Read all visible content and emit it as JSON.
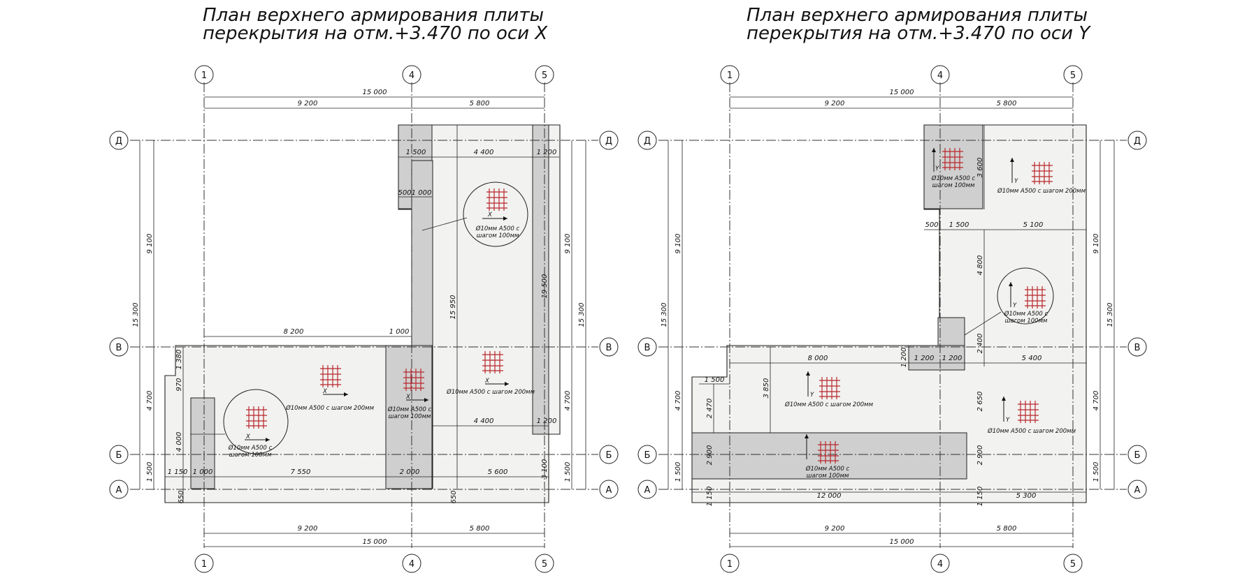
{
  "drawings": [
    {
      "title_line1": "План верхнего армирования плиты",
      "title_line2": "перекрытия на отм.+3.470 по оси X",
      "axes_columns": [
        "1",
        "4",
        "5"
      ],
      "axes_rows": [
        "Д",
        "В",
        "Б",
        "А"
      ],
      "dims_top": {
        "total": "15 000",
        "left": "9 200",
        "right": "5 800"
      },
      "dims_bottom": {
        "left": "9 200",
        "right": "5 800",
        "total": "15 000"
      },
      "dims_left": {
        "upper": "9 100",
        "total": "15 300",
        "middle": "4 700",
        "lower": "1 500"
      },
      "dims_right": {
        "upper": "9 100",
        "total": "15 300",
        "middle": "4 700",
        "lower": "1 500"
      },
      "dims_internal": [
        "1 500",
        "4 400",
        "1 200",
        "500",
        "1 000",
        "8 200",
        "1 000",
        "15 950",
        "19 500",
        "1 380",
        "970",
        "4 000",
        "4 400",
        "1 200",
        "1 150",
        "1 000",
        "7 550",
        "2 000",
        "5 600",
        "650",
        "650",
        "3 100"
      ],
      "notes": [
        {
          "text": "Ø10мм А500 с",
          "text2": "шагом 100мм"
        },
        {
          "text": "Ø10мм А500 с шагом 200мм"
        },
        {
          "text": "Ø10мм А500 с",
          "text2": "шагом 100мм"
        },
        {
          "text": "Ø10мм А500 с шагом 200мм"
        },
        {
          "text": "Ø10мм А500 с",
          "text2": "шагом 100мм"
        }
      ],
      "axis_symbol": "X"
    },
    {
      "title_line1": "План верхнего армирования плиты",
      "title_line2": "перекрытия на отм.+3.470 по оси Y",
      "axes_columns": [
        "1",
        "4",
        "5"
      ],
      "axes_rows": [
        "Д",
        "В",
        "Б",
        "А"
      ],
      "dims_top": {
        "total": "15 000",
        "left": "9 200",
        "right": "5 800"
      },
      "dims_bottom": {
        "left": "9 200",
        "right": "5 800",
        "total": "15 000"
      },
      "dims_left": {
        "upper": "9 100",
        "total": "15 300",
        "middle": "4 700",
        "lower": "1 500"
      },
      "dims_right": {
        "upper": "9 100",
        "total": "15 300",
        "middle": "4 700",
        "lower": "1 500"
      },
      "dims_internal": [
        "3 600",
        "500",
        "1 500",
        "5 100",
        "4 800",
        "2 400",
        "8 000",
        "1 200",
        "1 200",
        "5 400",
        "1 200",
        "1 500",
        "2 470",
        "3 850",
        "2 650",
        "2 900",
        "2 900",
        "1 150",
        "12 000",
        "1 150",
        "5 300"
      ],
      "notes": [
        {
          "text": "Ø10мм А500 с",
          "text2": "шагом 100мм"
        },
        {
          "text": "Ø10мм А500 с шагом 200мм"
        },
        {
          "text": "Ø10мм А500 с",
          "text2": "шагом 100мм"
        },
        {
          "text": "Ø10мм А500 с шагом 200мм"
        },
        {
          "text": "Ø10мм А500 с шагом 200мм"
        },
        {
          "text": "Ø10мм А500 с",
          "text2": "шагом 100мм"
        }
      ],
      "axis_symbol": "Y"
    }
  ],
  "colors": {
    "slab": "#f2f2f0",
    "zone": "#cfcfcf",
    "mesh": "#b8262b",
    "line": "#222222"
  }
}
